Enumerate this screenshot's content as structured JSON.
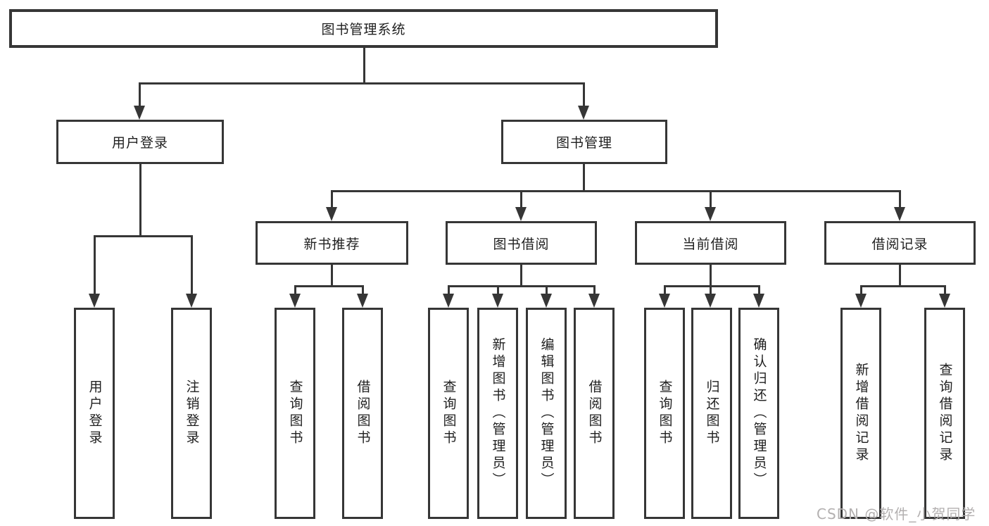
{
  "diagram": {
    "type": "hierarchy-tree",
    "colors": {
      "line": "#363636",
      "box_fill": "#ffffff",
      "text": "#1f1f1f",
      "watermark": "#b3b0b0"
    },
    "root": {
      "label": "图书管理系统"
    },
    "level2": [
      {
        "label": "用户登录",
        "parent": "图书管理系统"
      },
      {
        "label": "图书管理",
        "parent": "图书管理系统"
      }
    ],
    "level3": [
      {
        "label": "新书推荐",
        "parent": "图书管理"
      },
      {
        "label": "图书借阅",
        "parent": "图书管理"
      },
      {
        "label": "当前借阅",
        "parent": "图书管理"
      },
      {
        "label": "借阅记录",
        "parent": "图书管理"
      }
    ],
    "leaves": [
      {
        "label": "用户登录",
        "parent": "用户登录"
      },
      {
        "label": "注销登录",
        "parent": "用户登录"
      },
      {
        "label": "查询图书",
        "parent": "新书推荐"
      },
      {
        "label": "借阅图书",
        "parent": "新书推荐"
      },
      {
        "label": "查询图书",
        "parent": "图书借阅"
      },
      {
        "label": "新增图书（管理员）",
        "parent": "图书借阅"
      },
      {
        "label": "编辑图书（管理员）",
        "parent": "图书借阅"
      },
      {
        "label": "借阅图书",
        "parent": "图书借阅"
      },
      {
        "label": "查询图书",
        "parent": "当前借阅"
      },
      {
        "label": "归还图书",
        "parent": "当前借阅"
      },
      {
        "label": "确认归还（管理员）",
        "parent": "当前借阅"
      },
      {
        "label": "新增借阅记录",
        "parent": "借阅记录"
      },
      {
        "label": "查询借阅记录",
        "parent": "借阅记录"
      }
    ]
  },
  "watermark": {
    "text": "CSDN @软件_小贺同学"
  }
}
